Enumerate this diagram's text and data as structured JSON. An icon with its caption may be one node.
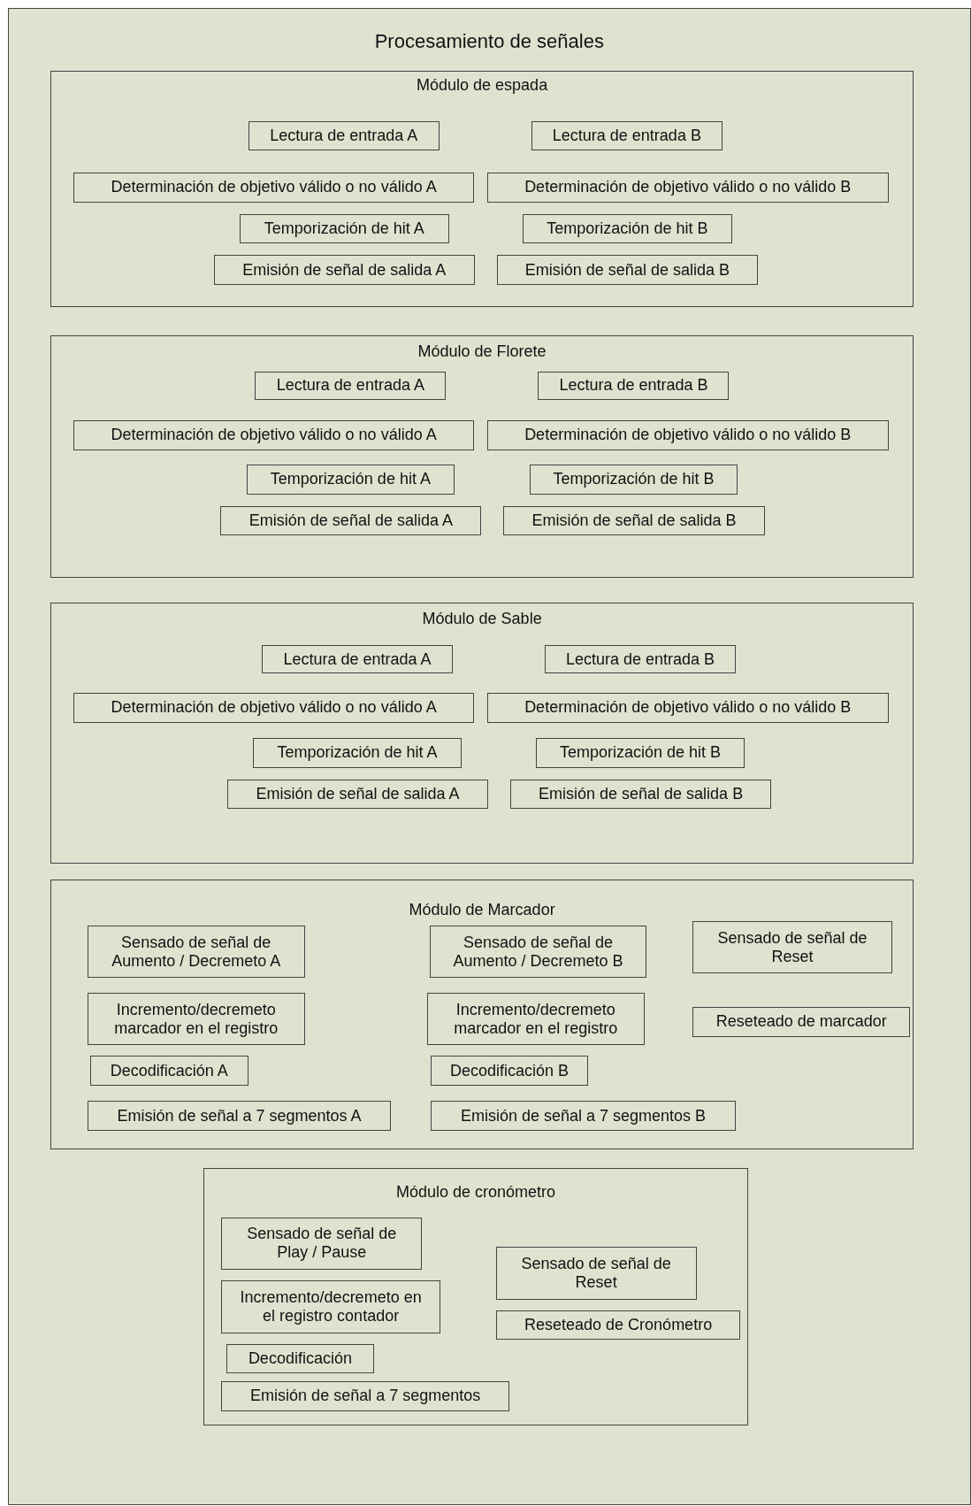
{
  "diagram": {
    "nodes": [
      {
        "text": [
          "Procesamiento de señales"
        ]
      },
      {
        "text": [
          "Módulo de espada"
        ],
        "in": 0
      },
      {
        "text": [
          "Lectura de entrada A"
        ],
        "in": 1
      },
      {
        "text": [
          "Lectura de entrada B"
        ],
        "in": 1
      },
      {
        "text": [
          "Determinación de objetivo válido o no válido A"
        ],
        "in": 1
      },
      {
        "text": [
          "Determinación de objetivo válido o no válido B"
        ],
        "in": 1
      },
      {
        "text": [
          "Temporización de hit A"
        ],
        "in": 1
      },
      {
        "text": [
          "Temporización de hit B"
        ],
        "in": 1
      },
      {
        "text": [
          "Emisión de señal de salida A"
        ],
        "in": 1
      },
      {
        "text": [
          "Emisión de señal de salida B"
        ],
        "in": 1
      },
      {
        "text": [
          "Módulo de Florete"
        ],
        "in": 0
      },
      {
        "text": [
          "Lectura de entrada A"
        ],
        "in": 10
      },
      {
        "text": [
          "Lectura de entrada B"
        ],
        "in": 10
      },
      {
        "text": [
          "Determinación de objetivo válido o no válido A"
        ],
        "in": 10
      },
      {
        "text": [
          "Determinación de objetivo válido o no válido B"
        ],
        "in": 10
      },
      {
        "text": [
          "Temporización de hit A"
        ],
        "in": 10
      },
      {
        "text": [
          "Temporización de hit B"
        ],
        "in": 10
      },
      {
        "text": [
          "Emisión de señal de salida A"
        ],
        "in": 10
      },
      {
        "text": [
          "Emisión de señal de salida B"
        ],
        "in": 10
      },
      {
        "text": [
          "Módulo de Sable"
        ],
        "in": 0
      },
      {
        "text": [
          "Lectura de entrada A"
        ],
        "in": 19
      },
      {
        "text": [
          "Lectura de entrada B"
        ],
        "in": 19
      },
      {
        "text": [
          "Determinación de objetivo válido o no válido A"
        ],
        "in": 19
      },
      {
        "text": [
          "Determinación de objetivo válido o no válido B"
        ],
        "in": 19
      },
      {
        "text": [
          "Temporización de hit A"
        ],
        "in": 19
      },
      {
        "text": [
          "Temporización de hit B"
        ],
        "in": 19
      },
      {
        "text": [
          "Emisión de señal de salida A"
        ],
        "in": 19
      },
      {
        "text": [
          "Emisión de señal de salida B"
        ],
        "in": 19
      },
      {
        "text": [
          "Módulo de Marcador"
        ],
        "in": 0
      },
      {
        "text": [
          "Sensado de señal de Aumento / Decremeto A"
        ],
        "in": 28
      },
      {
        "text": [
          "Sensado de señal de Aumento / Decremeto B"
        ],
        "in": 28
      },
      {
        "text": [
          "Sensado de señal de Reset"
        ],
        "in": 28
      },
      {
        "text": [
          "Incremento/decremeto marcador en el registro"
        ],
        "in": 28
      },
      {
        "text": [
          "Incremento/decremeto marcador en el registro"
        ],
        "in": 28
      },
      {
        "text": [
          "Reseteado de marcador"
        ],
        "in": 28
      },
      {
        "text": [
          "Decodificación A"
        ],
        "in": 28
      },
      {
        "text": [
          "Decodificación B"
        ],
        "in": 28
      },
      {
        "text": [
          "Emisión de señal a 7 segmentos A"
        ],
        "in": 28
      },
      {
        "text": [
          "Emisión de señal a 7 segmentos B"
        ],
        "in": 28
      },
      {
        "text": [
          "Módulo de cronómetro"
        ],
        "in": 0
      },
      {
        "text": [
          "Sensado de señal de Play / Pause"
        ],
        "in": 39
      },
      {
        "text": [
          "Sensado de señal de Reset"
        ],
        "in": 39
      },
      {
        "text": [
          "Incremento/decremeto en el registro contador"
        ],
        "in": 39
      },
      {
        "text": [
          "Reseteado de Cronómetro"
        ],
        "in": 39
      },
      {
        "text": [
          "Decodificación"
        ],
        "in": 39
      },
      {
        "text": [
          "Emisión de señal a 7 segmentos"
        ],
        "in": 39
      }
    ]
  }
}
